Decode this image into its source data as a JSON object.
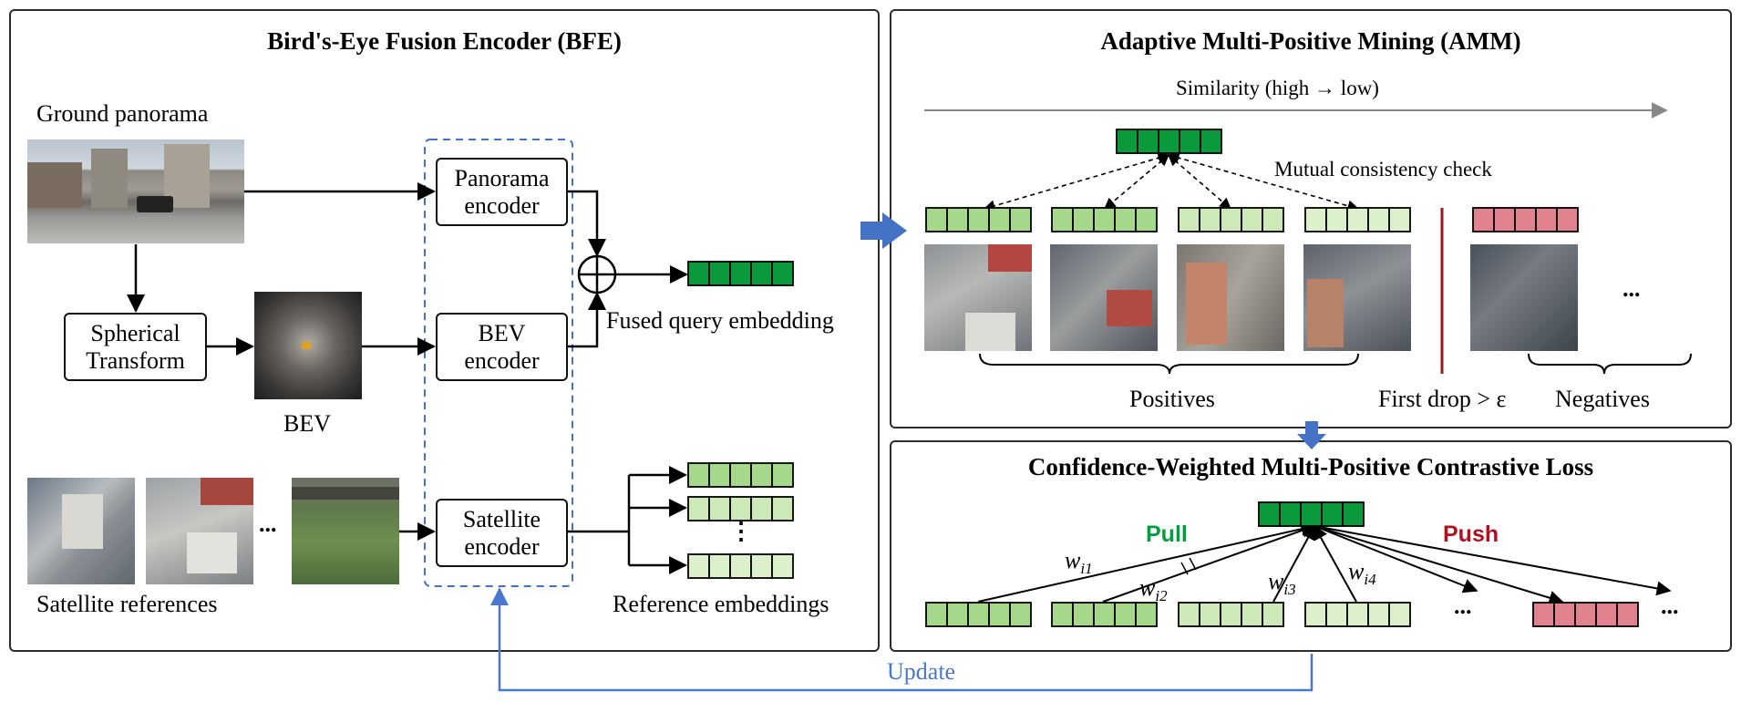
{
  "colors": {
    "green_dark": "#0a9a3c",
    "green_mid": "#a5d88a",
    "green_light": "#cde9b8",
    "green_pale": "#dcf0cc",
    "pink": "#e0838f",
    "dashed_blue": "#4472c4",
    "update_blue": "#4a78d0",
    "divider_red": "#a0181b",
    "pull_green": "#00a040",
    "push_red": "#b01020"
  },
  "bfe": {
    "title": "Bird's-Eye Fusion Encoder (BFE)",
    "ground_panorama": "Ground panorama",
    "spherical_line1": "Spherical",
    "spherical_line2": "Transform",
    "bev_label": "BEV",
    "satellite_references": "Satellite references",
    "sat_ellipsis": "...",
    "panorama_line1": "Panorama",
    "panorama_line2": "encoder",
    "bev_enc_line1": "BEV",
    "bev_enc_line2": "encoder",
    "satellite_line1": "Satellite",
    "satellite_line2": "encoder",
    "fused_query": "Fused query embedding",
    "reference_embeddings": "Reference embeddings",
    "ref_dots": "⋮"
  },
  "amm": {
    "title": "Adaptive Multi-Positive Mining (AMM)",
    "similarity": "Similarity (high → low)",
    "mutual_check": "Mutual consistency check",
    "positives": "Positives",
    "first_drop": "First drop > ε",
    "negatives": "Negatives",
    "ellipsis": "..."
  },
  "loss": {
    "title": "Confidence-Weighted Multi-Positive Contrastive Loss",
    "pull": "Pull",
    "push": "Push",
    "w1": "w",
    "w1_sub": "i1",
    "w2": "w",
    "w2_sub": "i2",
    "w3": "w",
    "w3_sub": "i3",
    "w4": "w",
    "w4_sub": "i4",
    "ellipsis": "..."
  },
  "update": "Update"
}
